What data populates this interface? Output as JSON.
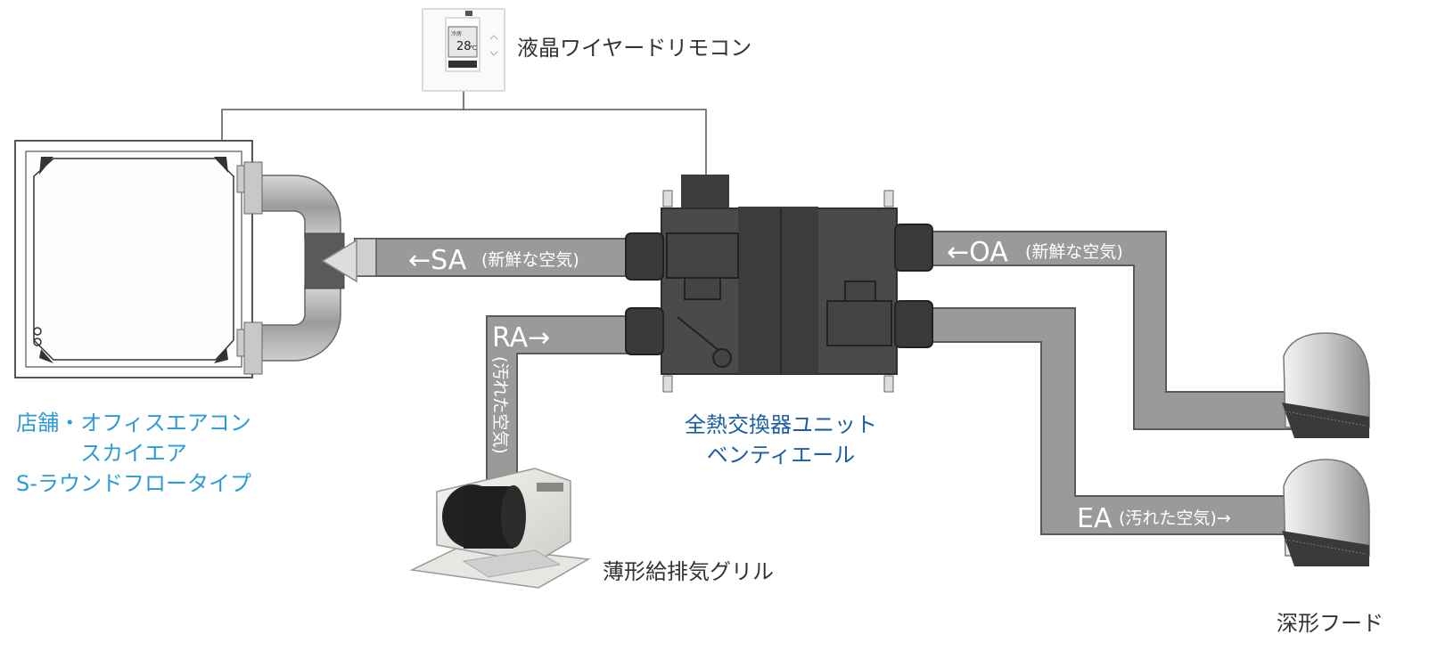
{
  "remote": {
    "label": "液晶ワイヤードリモコン",
    "screen_mode": "冷房",
    "screen_temp": "28",
    "screen_unit": "℃"
  },
  "aircon": {
    "line1": "店舗・オフィスエアコン",
    "line2": "スカイエア",
    "line3": "S-ラウンドフロータイプ"
  },
  "hrv": {
    "line1": "全熱交換器ユニット",
    "line2": "ベンティエール"
  },
  "grille": {
    "label": "薄形給排気グリル"
  },
  "hood": {
    "label": "深形フード"
  },
  "ducts": {
    "sa": {
      "code": "←SA",
      "note": "(新鮮な空気)"
    },
    "oa": {
      "code": "←OA",
      "note": "(新鮮な空気)"
    },
    "ra": {
      "code": "RA→",
      "note": "(汚れた空気)"
    },
    "ea": {
      "code": "EA",
      "note": "(汚れた空気)→"
    }
  },
  "colors": {
    "duct_fill": "#9a9a9a",
    "duct_edge": "#5a5a5a",
    "unit_body": "#4a4a4a",
    "aircon_text": "#2b9bd8",
    "hrv_text": "#1a5fa6"
  }
}
